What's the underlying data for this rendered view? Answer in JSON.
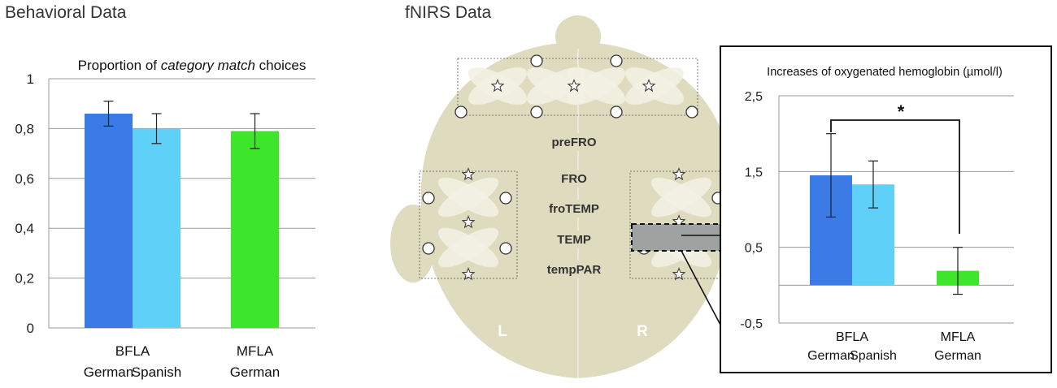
{
  "sections": {
    "behavioral_title": "Behavioral Data",
    "fnirs_title": "fNIRS Data"
  },
  "colors": {
    "bfla_german": "#3a7be6",
    "bfla_spanish": "#5fd1f8",
    "mfla_german": "#3ee62b",
    "head_fill": "#dedbbf",
    "highlight": "#9ea2a0"
  },
  "chart_data": [
    {
      "type": "bar",
      "title_prefix": "Proportion of ",
      "title_italic": "category match",
      "title_suffix": " choices",
      "ylim": [
        0,
        1
      ],
      "yticks": [
        "0",
        "0,2",
        "0,4",
        "0,6",
        "0,8",
        "1"
      ],
      "grid": true,
      "groups": [
        {
          "label": "BFLA",
          "sublabels": [
            "German",
            "Spanish"
          ]
        },
        {
          "label": "MFLA",
          "sublabels": [
            "German"
          ]
        }
      ],
      "bars": [
        {
          "group": "BFLA",
          "series": "German",
          "value": 0.86,
          "err_low": 0.81,
          "err_high": 0.91
        },
        {
          "group": "BFLA",
          "series": "Spanish",
          "value": 0.8,
          "err_low": 0.74,
          "err_high": 0.86
        },
        {
          "group": "MFLA",
          "series": "German",
          "value": 0.79,
          "err_low": 0.72,
          "err_high": 0.86
        }
      ]
    },
    {
      "type": "bar",
      "title": "Increases of oxygenated hemoglobin (µmol/l)",
      "ylim": [
        -0.5,
        2.5
      ],
      "yticks": [
        "-0,5",
        "0,5",
        "1,5",
        "2,5"
      ],
      "grid": true,
      "significance": "*",
      "groups": [
        {
          "label": "BFLA",
          "sublabels": [
            "German",
            "Spanish"
          ]
        },
        {
          "label": "MFLA",
          "sublabels": [
            "German"
          ]
        }
      ],
      "bars": [
        {
          "group": "BFLA",
          "series": "German",
          "value": 1.45,
          "err_low": 0.9,
          "err_high": 2.0
        },
        {
          "group": "BFLA",
          "series": "Spanish",
          "value": 1.33,
          "err_low": 1.02,
          "err_high": 1.64
        },
        {
          "group": "MFLA",
          "series": "German",
          "value": 0.19,
          "err_low": -0.12,
          "err_high": 0.5
        }
      ]
    }
  ],
  "head": {
    "regions": [
      "preFRO",
      "FRO",
      "froTEMP",
      "TEMP",
      "tempPAR"
    ],
    "side_left": "L",
    "side_right": "R"
  }
}
